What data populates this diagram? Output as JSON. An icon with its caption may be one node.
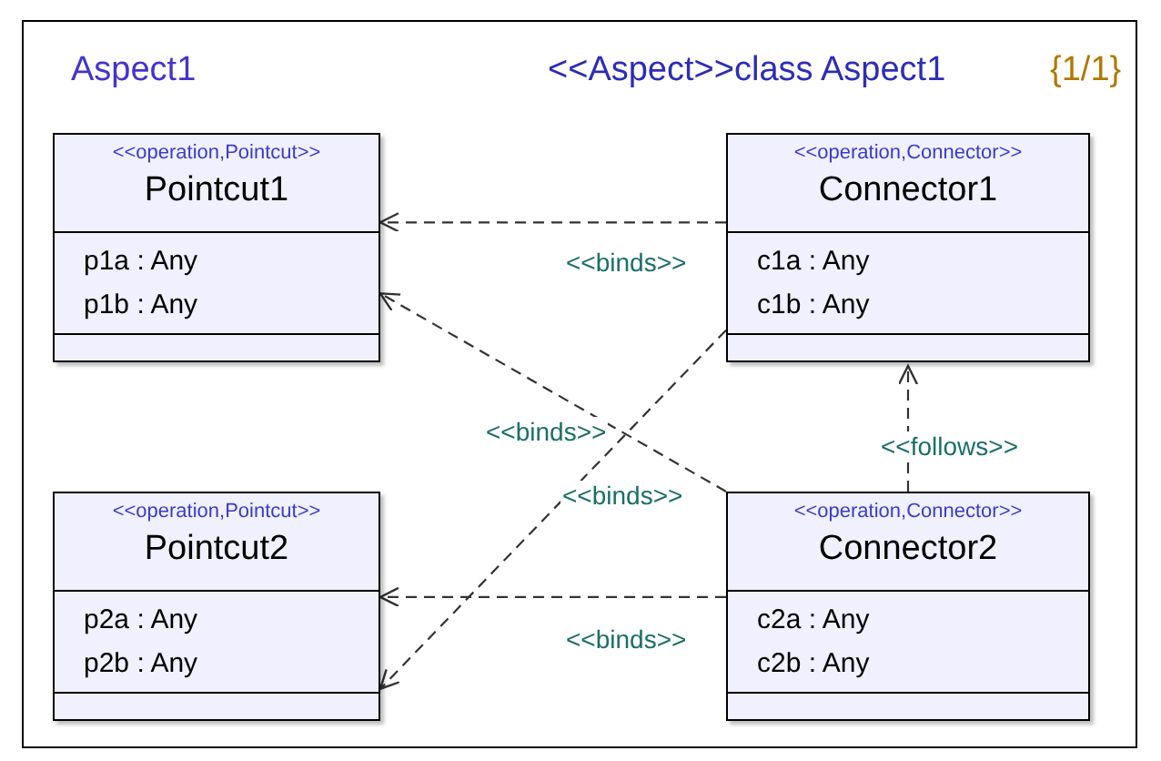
{
  "diagram": {
    "nodes": [
      {
        "text": [
          "Aspect1",
          "<<Aspect>>class Aspect1",
          "{1/1}"
        ]
      },
      {
        "text": [
          "<<operation,Pointcut>>",
          "Pointcut1",
          "p1a : Any",
          "p1b : Any"
        ],
        "in": 0
      },
      {
        "text": [
          "<<operation,Connector>>",
          "Connector1",
          "c1a : Any",
          "c1b : Any"
        ],
        "in": 0
      },
      {
        "text": [
          "<<operation,Pointcut>>",
          "Pointcut2",
          "p2a : Any",
          "p2b : Any"
        ],
        "in": 0
      },
      {
        "text": [
          "<<operation,Connector>>",
          "Connector2",
          "c2a : Any",
          "c2b : Any"
        ],
        "in": 0
      }
    ],
    "edges": [
      {
        "from": 2,
        "to": 1,
        "arrow": "to",
        "label": "<<binds>>",
        "style": "dashed"
      },
      {
        "from": 4,
        "to": 1,
        "arrow": "to",
        "label": "<<binds>>",
        "style": "dashed"
      },
      {
        "from": 2,
        "to": 3,
        "arrow": "to",
        "label": "<<binds>>",
        "style": "dashed"
      },
      {
        "from": 4,
        "to": 3,
        "arrow": "to",
        "label": "<<binds>>",
        "style": "dashed"
      },
      {
        "from": 4,
        "to": 2,
        "arrow": "to",
        "label": "<<follows>>",
        "style": "dashed"
      }
    ]
  }
}
